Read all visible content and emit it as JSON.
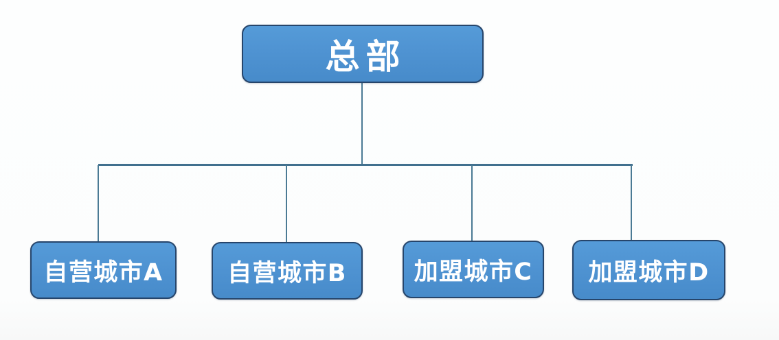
{
  "diagram": {
    "type": "org_chart",
    "root": {
      "id": "headquarters",
      "label": "总部"
    },
    "children": [
      {
        "id": "city-a",
        "label": "自营城市A"
      },
      {
        "id": "city-b",
        "label": "自营城市B"
      },
      {
        "id": "city-c",
        "label": "加盟城市C"
      },
      {
        "id": "city-d",
        "label": "加盟城市D"
      }
    ],
    "edges": [
      {
        "from": "总部",
        "to": "自营城市A"
      },
      {
        "from": "总部",
        "to": "自营城市B"
      },
      {
        "from": "总部",
        "to": "加盟城市C"
      },
      {
        "from": "总部",
        "to": "加盟城市D"
      }
    ],
    "colors": {
      "node_fill": "#4f93d2",
      "node_border": "#26456b",
      "node_text": "#ffffff",
      "connector": "#4a7a94",
      "background": "#fdfefe"
    }
  }
}
